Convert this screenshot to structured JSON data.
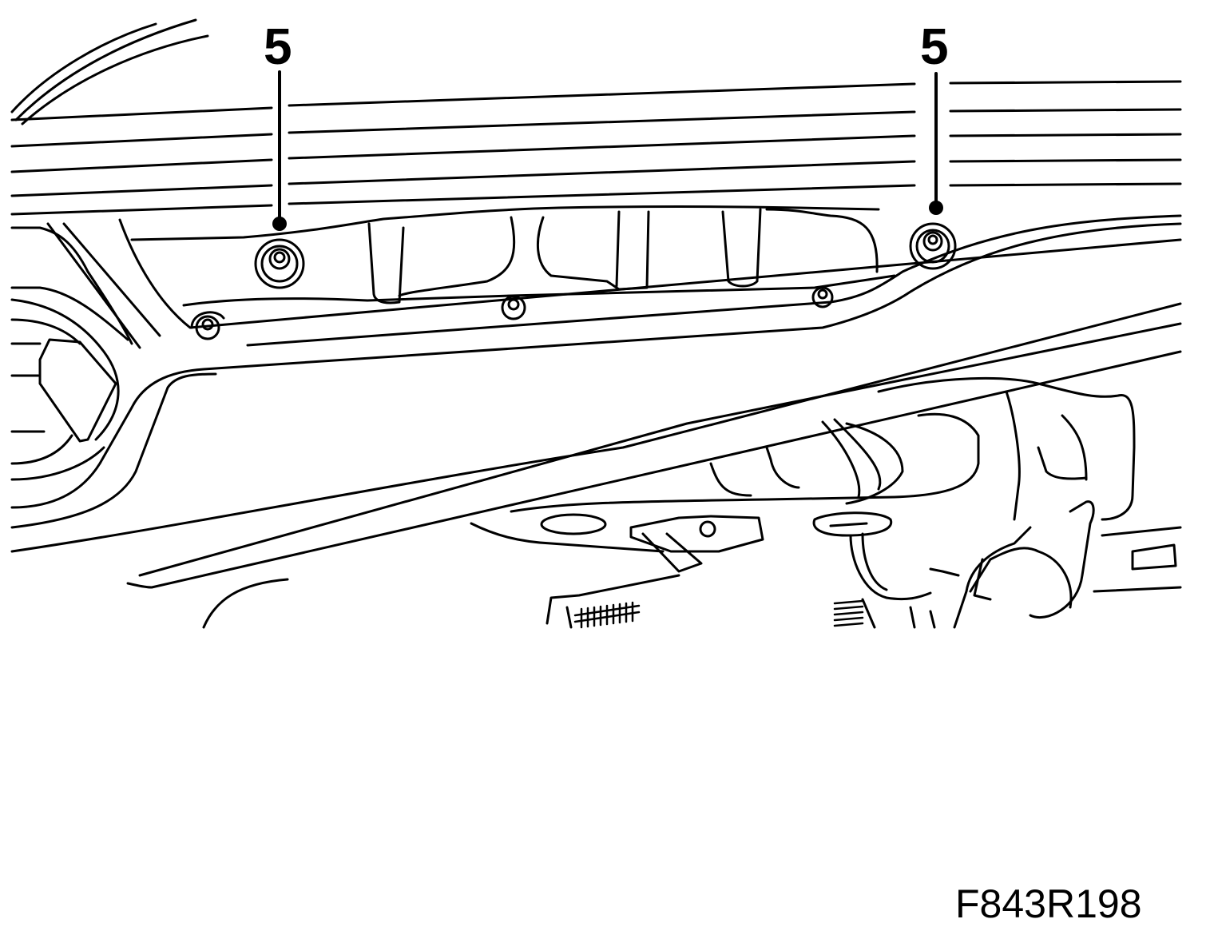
{
  "callouts": [
    {
      "label": "5"
    },
    {
      "label": "5"
    }
  ],
  "figure_code": "F843R198"
}
